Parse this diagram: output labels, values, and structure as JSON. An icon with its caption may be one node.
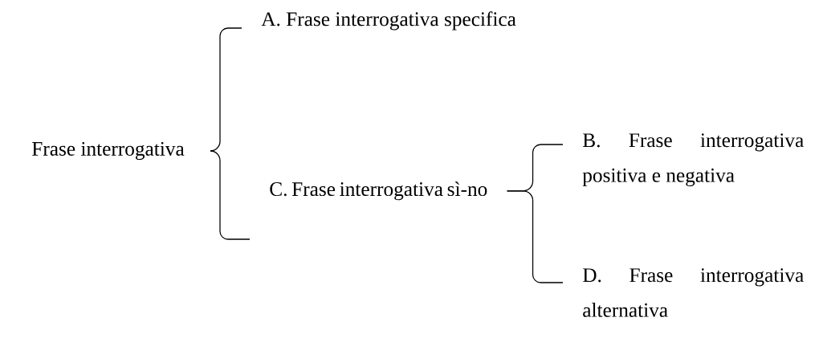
{
  "diagram": {
    "nodes": [
      {
        "text": [
          "Frase interrogativa"
        ]
      },
      {
        "text": [
          "A. Frase interrogativa specifica"
        ]
      },
      {
        "text": [
          "C. Frase interrogativa sì-no"
        ]
      },
      {
        "text": [
          "B. Frase interrogativa positiva e negativa"
        ]
      },
      {
        "text": [
          "D. Frase interrogativa alternativa"
        ]
      }
    ],
    "edges": [
      {
        "from": 0,
        "to": 1,
        "arrow": "none"
      },
      {
        "from": 0,
        "to": 2,
        "arrow": "none"
      },
      {
        "from": 2,
        "to": 3,
        "arrow": "none"
      },
      {
        "from": 2,
        "to": 4,
        "arrow": "none"
      }
    ]
  }
}
